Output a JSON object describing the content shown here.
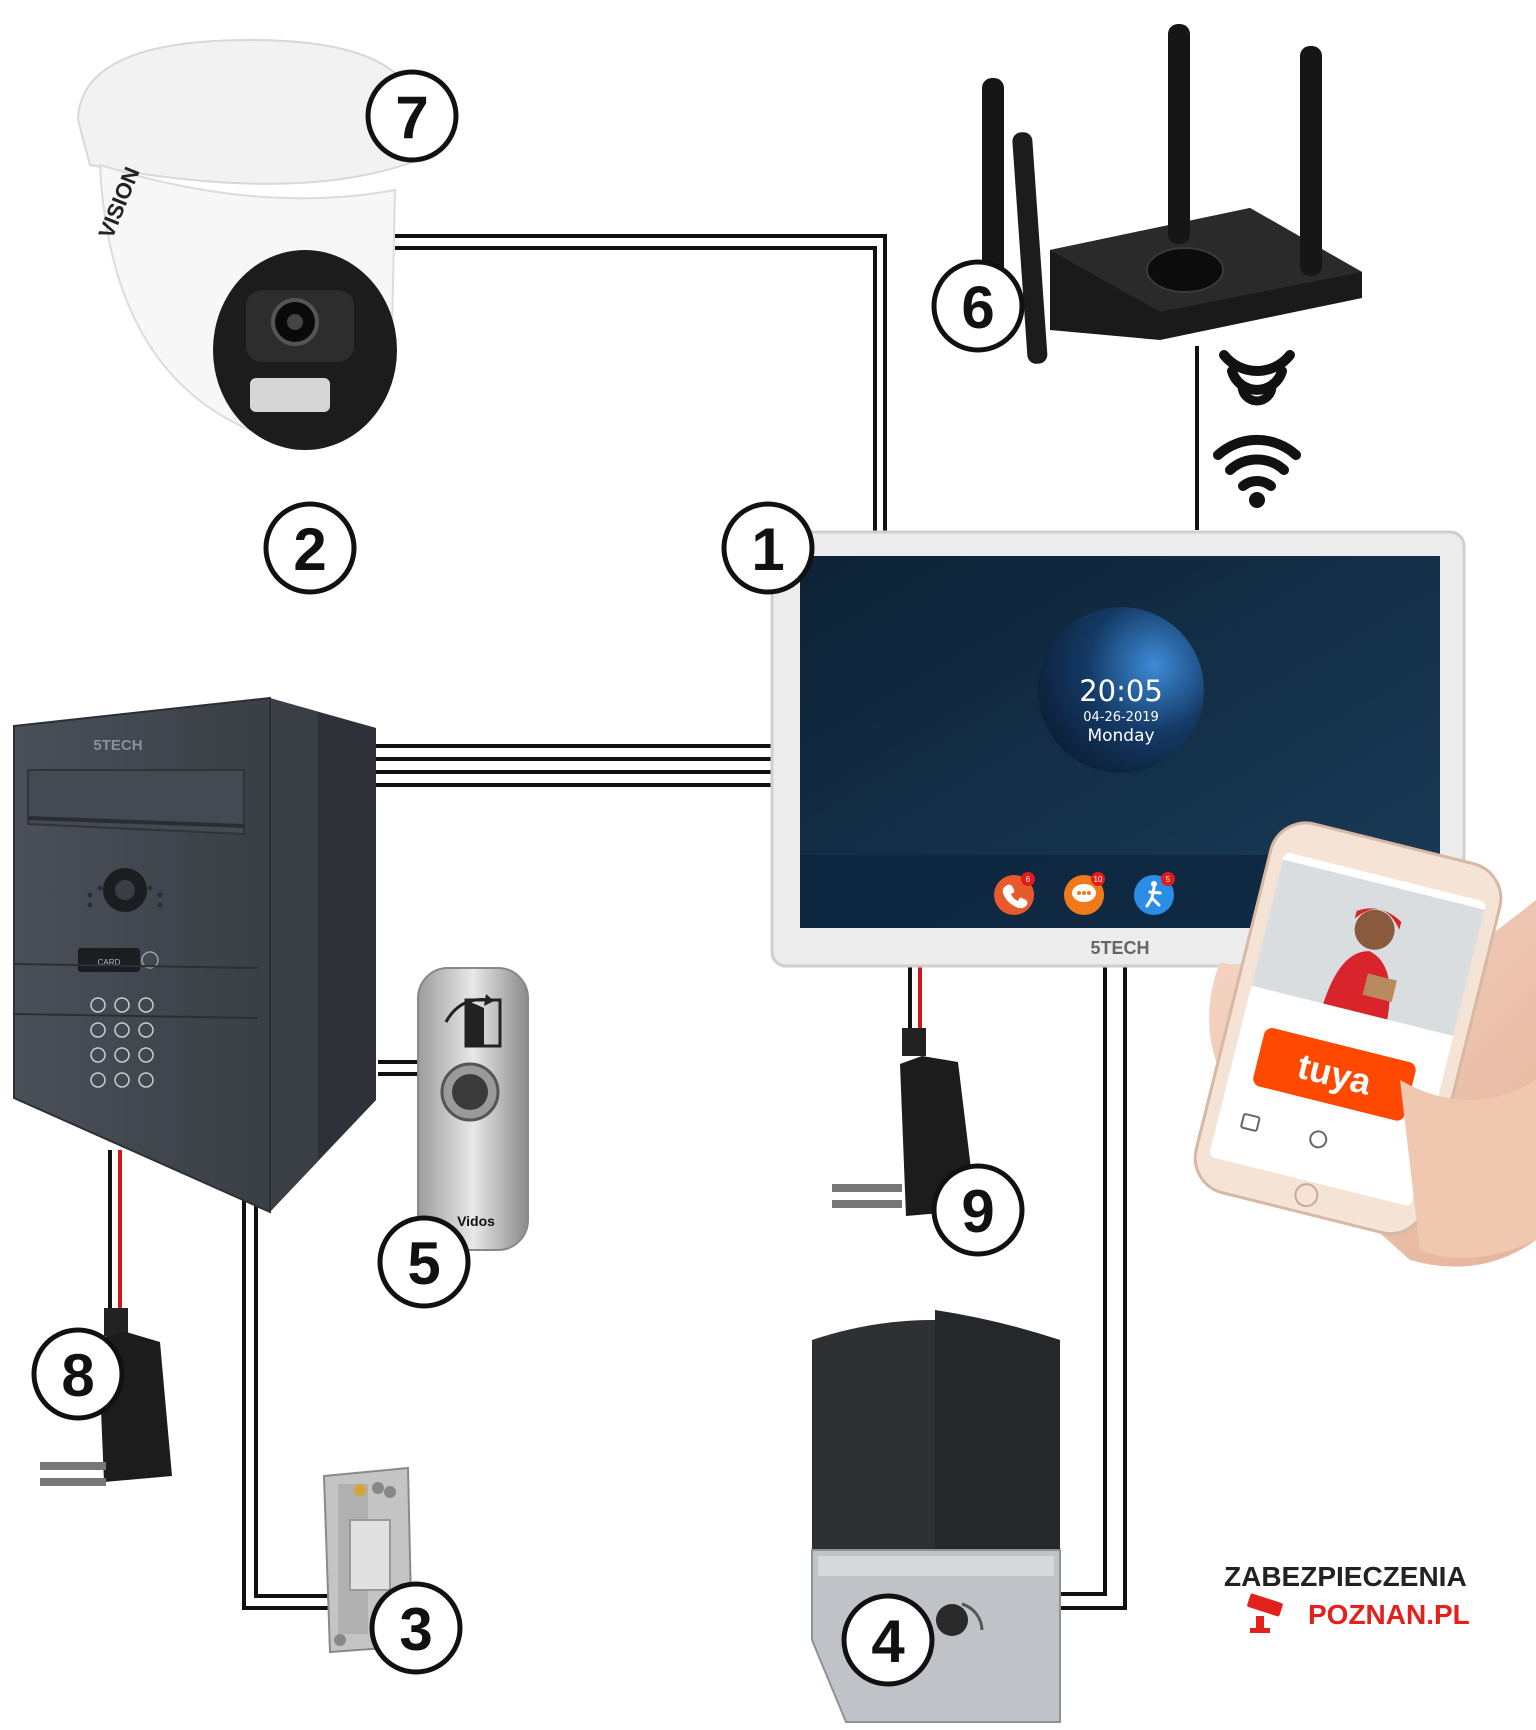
{
  "labels": [
    "1",
    "2",
    "3",
    "4",
    "5",
    "6",
    "7",
    "8",
    "9"
  ],
  "monitor": {
    "time": "20:05",
    "date": "04-26-2019",
    "day": "Monday",
    "brand": "5TECH",
    "badges": [
      "6",
      "10",
      "5"
    ]
  },
  "door_station": {
    "brand": "5TECH",
    "card_label": "CARD"
  },
  "camera": {
    "brand": "VISION"
  },
  "exit_button": {
    "brand": "Vidos"
  },
  "phone": {
    "app_logo": "tuya"
  },
  "site_logo": {
    "line1": "ZABEZPIECZENIA",
    "line2": "POZNAN.PL"
  },
  "colors": {
    "wire": "#111111",
    "power_wire": "#d21919",
    "tuya": "#ff4800",
    "logo_red": "#e2211c",
    "screen": "#12304a"
  }
}
